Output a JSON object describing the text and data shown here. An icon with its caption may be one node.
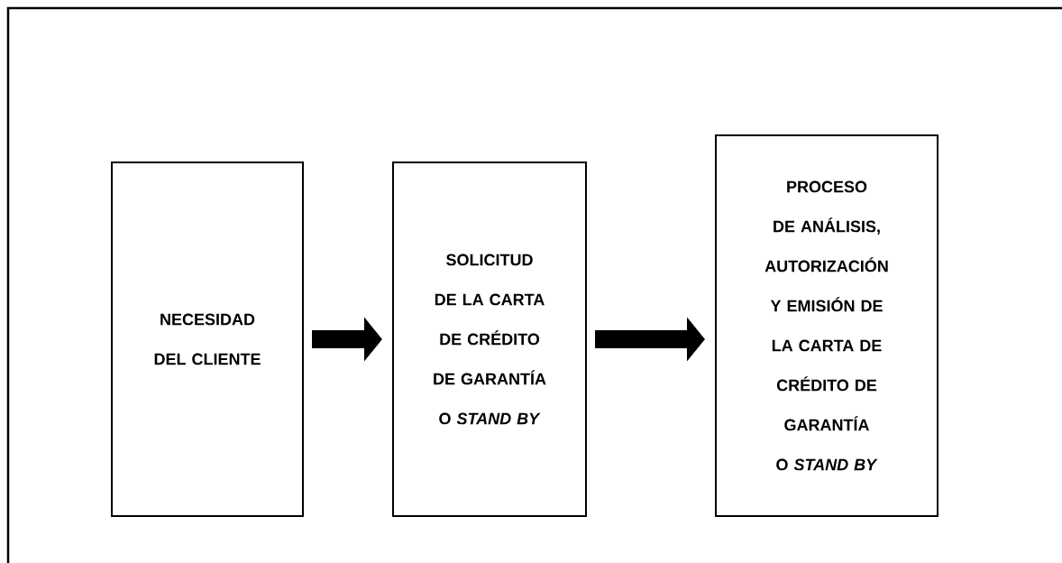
{
  "diagram": {
    "nodes": [
      {
        "text": [
          "NECESIDAD DEL CLIENTE"
        ]
      },
      {
        "text": [
          "SOLICITUD DE LA CARTA DE CRÉDITO DE GARANTÍA O *STAND BY*"
        ]
      },
      {
        "text": [
          "PROCESO DE ANÁLISIS, AUTORIZACIÓN Y EMISIÓN DE LA CARTA DE CRÉDITO DE GARANTÍA O *STAND BY*"
        ]
      }
    ],
    "edges": [
      {
        "from": 0,
        "to": 1,
        "arrow": "to"
      },
      {
        "from": 1,
        "to": 2,
        "arrow": "to"
      }
    ]
  }
}
